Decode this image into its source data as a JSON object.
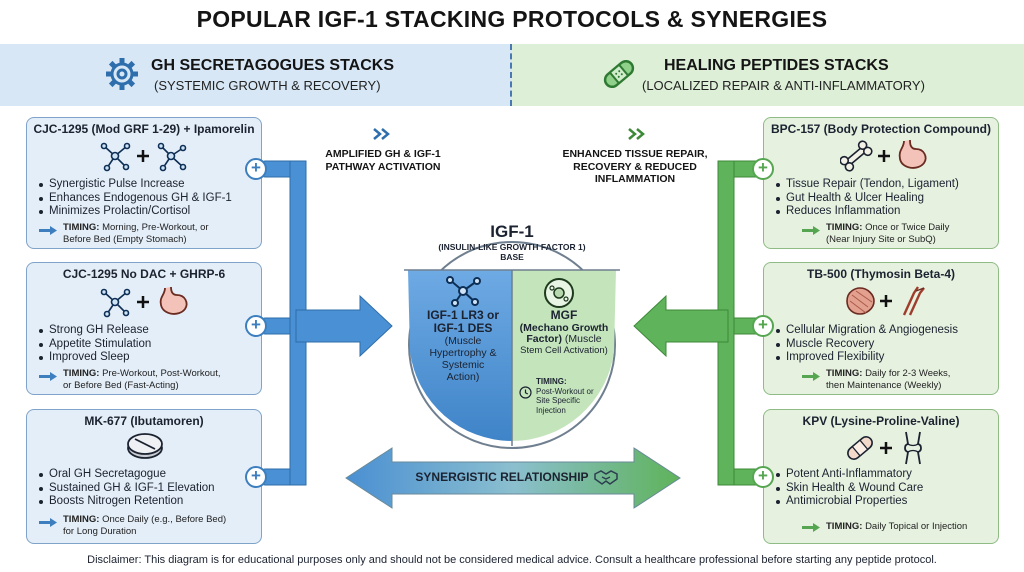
{
  "title": "POPULAR IGF-1 STACKING PROTOCOLS & SYNERGIES",
  "left_header": {
    "title": "GH SECRETAGOGUES STACKS",
    "subtitle": "(SYSTEMIC GROWTH & RECOVERY)",
    "icon": "gear-icon"
  },
  "right_header": {
    "title": "HEALING PEPTIDES STACKS",
    "subtitle": "(LOCALIZED REPAIR & ANTI-INFLAMMATORY)",
    "icon": "bandage-icon"
  },
  "left_cards": [
    {
      "title": "CJC-1295 (Mod GRF 1-29) + Ipamorelin",
      "bullets": [
        "Synergistic Pulse Increase",
        "Enhances Endogenous GH & IGF-1",
        "Minimizes Prolactin/Cortisol"
      ],
      "timing_label": "TIMING:",
      "timing_text": "Morning, Pre-Workout, or",
      "timing_text2": "Before Bed (Empty Stomach)"
    },
    {
      "title": "CJC-1295 No DAC + GHRP-6",
      "bullets": [
        "Strong GH Release",
        "Appetite Stimulation",
        "Improved Sleep"
      ],
      "timing_label": "TIMING:",
      "timing_text": "Pre-Workout, Post-Workout,",
      "timing_text2": "or Before Bed (Fast-Acting)"
    },
    {
      "title": "MK-677 (Ibutamoren)",
      "bullets": [
        "Oral GH Secretagogue",
        "Sustained GH & IGF-1 Elevation",
        "Boosts Nitrogen Retention"
      ],
      "timing_label": "TIMING:",
      "timing_text": "Once Daily (e.g., Before Bed)",
      "timing_text2": "for Long Duration"
    }
  ],
  "right_cards": [
    {
      "title": "BPC-157 (Body Protection Compound)",
      "bullets": [
        "Tissue Repair (Tendon, Ligament)",
        "Gut Health & Ulcer Healing",
        "Reduces Inflammation"
      ],
      "timing_label": "TIMING:",
      "timing_text": "Once or Twice Daily",
      "timing_text2": "(Near Injury Site or SubQ)"
    },
    {
      "title": "TB-500 (Thymosin Beta-4)",
      "bullets": [
        "Cellular Migration & Angiogenesis",
        "Muscle Recovery",
        "Improved Flexibility"
      ],
      "timing_label": "TIMING:",
      "timing_text": "Daily for 2-3 Weeks,",
      "timing_text2": "then Maintenance (Weekly)"
    },
    {
      "title": "KPV (Lysine-Proline-Valine)",
      "bullets": [
        "Potent Anti-Inflammatory",
        "Skin Health & Wound Care",
        "Antimicrobial Properties"
      ],
      "timing_label": "TIMING:",
      "timing_text": "Daily Topical or Injection",
      "timing_text2": ""
    }
  ],
  "left_flow_label": [
    "AMPLIFIED GH & IGF-1",
    "PATHWAY ACTIVATION"
  ],
  "right_flow_label": [
    "ENHANCED TISSUE REPAIR,",
    "RECOVERY & REDUCED",
    "INFLAMMATION"
  ],
  "center": {
    "title": "IGF-1",
    "subtitle": "(INSULIN-LIKE GROWTH FACTOR 1)",
    "subtitle2": "BASE",
    "left_half": {
      "title1": "IGF-1 LR3 or",
      "title2": "IGF-1 DES",
      "desc1": "(Muscle",
      "desc2": "Hypertrophy &",
      "desc3": "Systemic",
      "desc4": "Action)"
    },
    "right_half": {
      "title1": "MGF",
      "title2": "(Mechano Growth",
      "title3": "Factor)",
      "desc1": "(Muscle",
      "desc2": "Stem Cell Activation)",
      "timing_label": "TIMING:",
      "timing1": "Post-Workout or",
      "timing2": "Site Specific",
      "timing3": "Injection"
    }
  },
  "synergy_label": "SYNERGISTIC RELATIONSHIP",
  "disclaimer": "Disclaimer: This diagram is for educational purposes only and should not be considered medical advice. Consult a healthcare professional before starting any peptide protocol.",
  "colors": {
    "blue": "#3d7fbe",
    "green": "#56a651",
    "blue_bg": "#d7e7f6",
    "green_bg": "#ddefd7"
  }
}
